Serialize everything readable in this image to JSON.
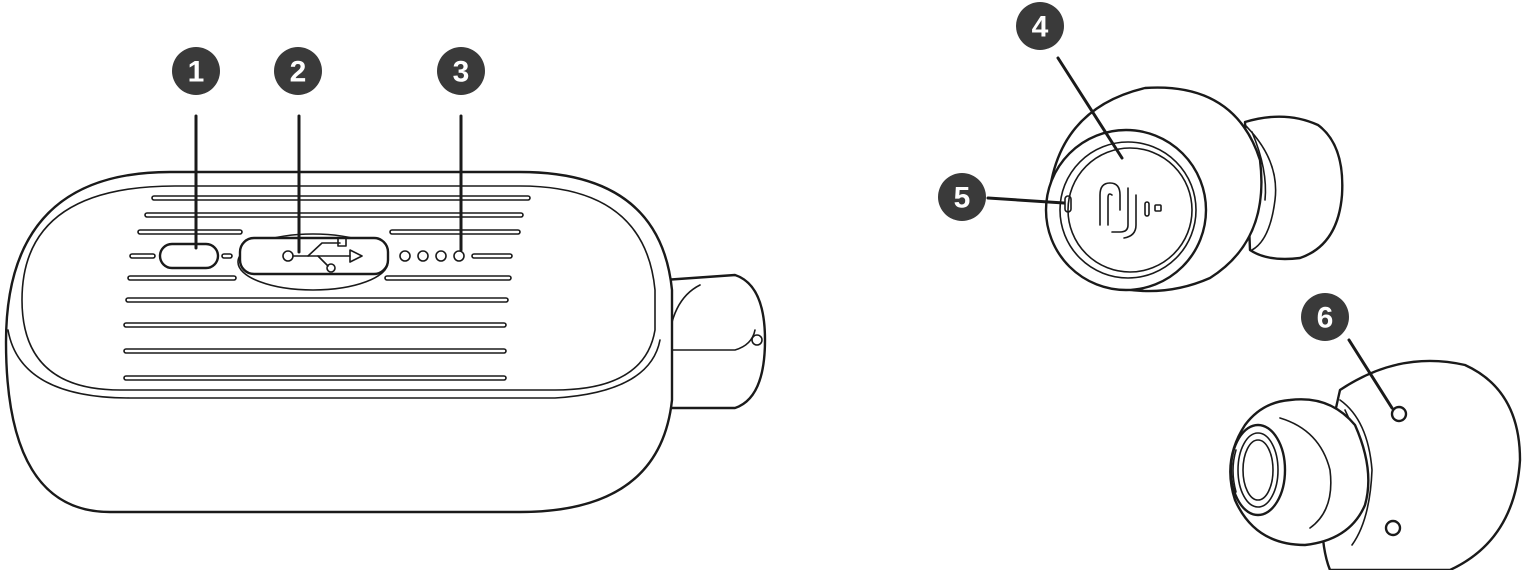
{
  "callouts": [
    {
      "id": "1",
      "label": "1"
    },
    {
      "id": "2",
      "label": "2"
    },
    {
      "id": "3",
      "label": "3"
    },
    {
      "id": "4",
      "label": "4"
    },
    {
      "id": "5",
      "label": "5"
    },
    {
      "id": "6",
      "label": "6"
    }
  ],
  "icons": {
    "usb": "usb-symbol-icon",
    "logo": "brand-logo-icon"
  },
  "colors": {
    "line": "#1a1a1a",
    "badge": "#3a3a3a",
    "badge_text": "#ffffff",
    "background": "#ffffff"
  }
}
